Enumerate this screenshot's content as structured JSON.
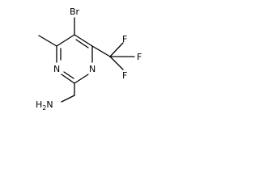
{
  "molecule": {
    "atoms": {
      "bromine": "Br",
      "methyl_none": "",
      "fluorine_top": "F",
      "fluorine_right": "F",
      "fluorine_bottom": "F",
      "ring_nitrogen_left": "N",
      "ring_nitrogen_right": "N",
      "amine": "H2N"
    },
    "colors": {
      "bond": "#000000",
      "background": "#ffffff"
    }
  }
}
